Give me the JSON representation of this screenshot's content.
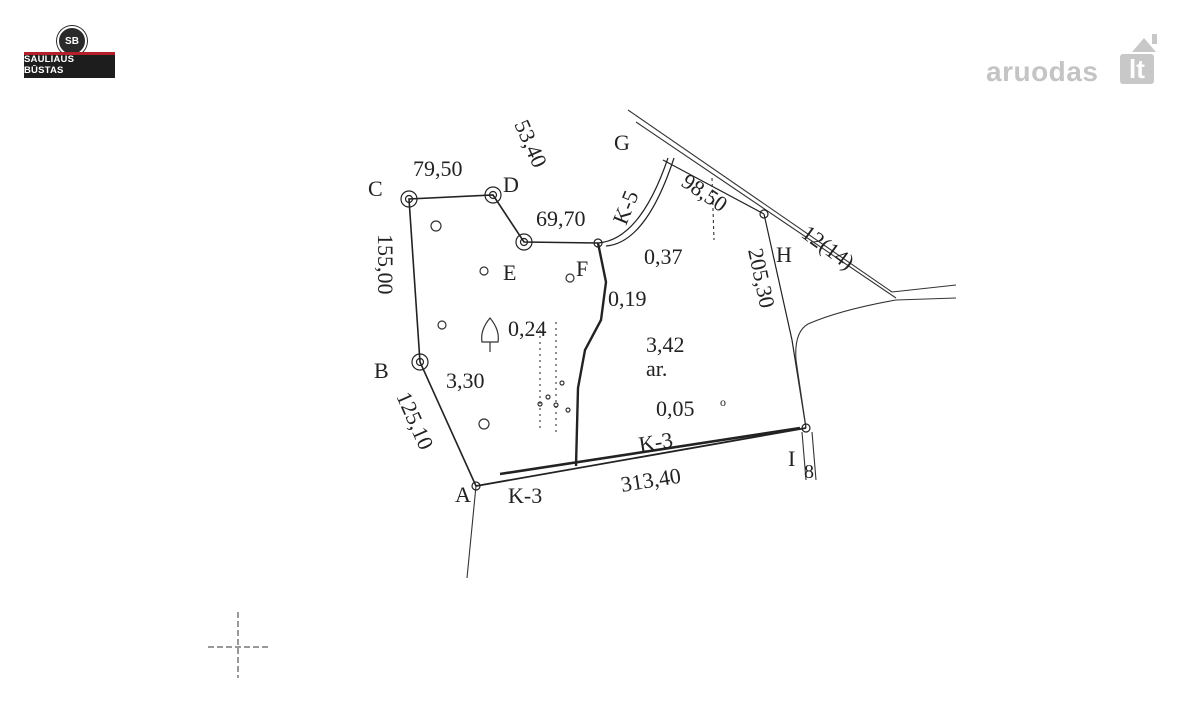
{
  "header": {
    "brand": {
      "monogram": "SB",
      "name": "SAULIAUS BŪSTAS",
      "accent_color": "#b3202a"
    },
    "watermark": {
      "text": "aruodas",
      "suffix": "lt",
      "color": "#c4c4c4"
    }
  },
  "plan": {
    "points": {
      "A": "A",
      "B": "B",
      "C": "C",
      "D": "D",
      "E": "E",
      "F": "F",
      "G": "G",
      "H": "H",
      "I": "I"
    },
    "edges": {
      "c_d": "79,50",
      "d_e": "53,40",
      "e_f": "69,70",
      "g_h": "98,50",
      "h_i": "205,30",
      "i_a": "313,40",
      "a_b": "125,10",
      "b_c": "155,00"
    },
    "roads": {
      "k5": "K-5",
      "k3_lower": "K-3",
      "k3_upper": "K-3",
      "route12": "12(14)",
      "i8": "8"
    },
    "areas": {
      "a1": "0,37",
      "a2": "0,19",
      "a3": "0,24",
      "a4": "3,42",
      "a4_unit": "ar.",
      "a5": "3,30",
      "a6": "0,05",
      "a6_mark": "o"
    }
  }
}
